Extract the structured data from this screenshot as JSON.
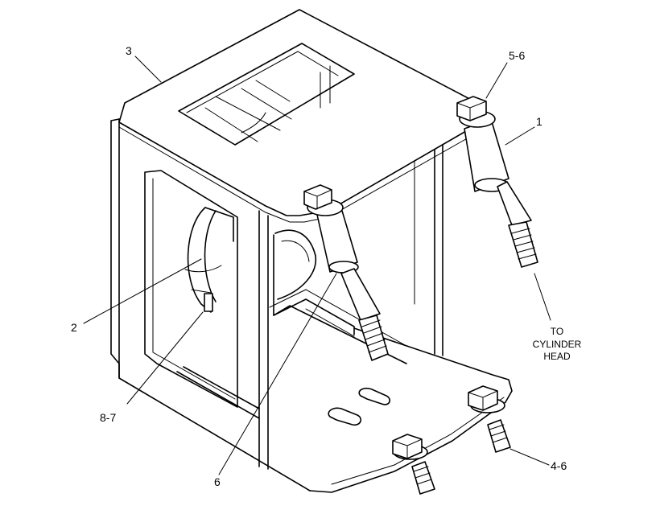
{
  "labels": {
    "l1": "1",
    "l2": "2",
    "l3": "3",
    "l5_6": "5-6",
    "l8_7": "8-7",
    "l6": "6",
    "l4_6": "4-6",
    "to_cylinder_head": [
      "TO",
      "CYLINDER",
      "HEAD"
    ]
  }
}
